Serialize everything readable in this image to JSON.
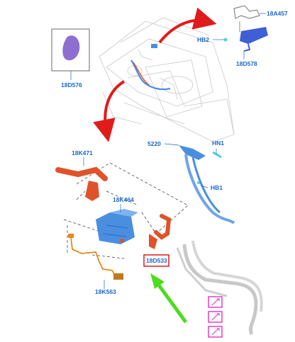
{
  "diagram": {
    "labels": {
      "p18A457": "18A457",
      "hb2": "HB2",
      "p18D578": "18D578",
      "p18D576": "18D576",
      "p18K471": "18K471",
      "p5220": "5220",
      "hn1": "HN1",
      "hb1": "HB1",
      "p18K464": "18K464",
      "p18D533": "18D533",
      "p18K563": "18K563"
    },
    "colors": {
      "label_blue": "#1b67c9",
      "callout_red": "#e11b1b",
      "pointer_green": "#4ddc1e",
      "heater_blue": "#4a8ee0",
      "hose_orange": "#e0532a",
      "wire_orange": "#e58a1c",
      "tube_grey": "#c8c8c8",
      "component_purple": "#8e6fcf",
      "callout_magenta": "#e040c8"
    },
    "icons": [
      "red-curved-arrow",
      "green-pointer-arrow",
      "magenta-hose-clamp-icon"
    ]
  }
}
